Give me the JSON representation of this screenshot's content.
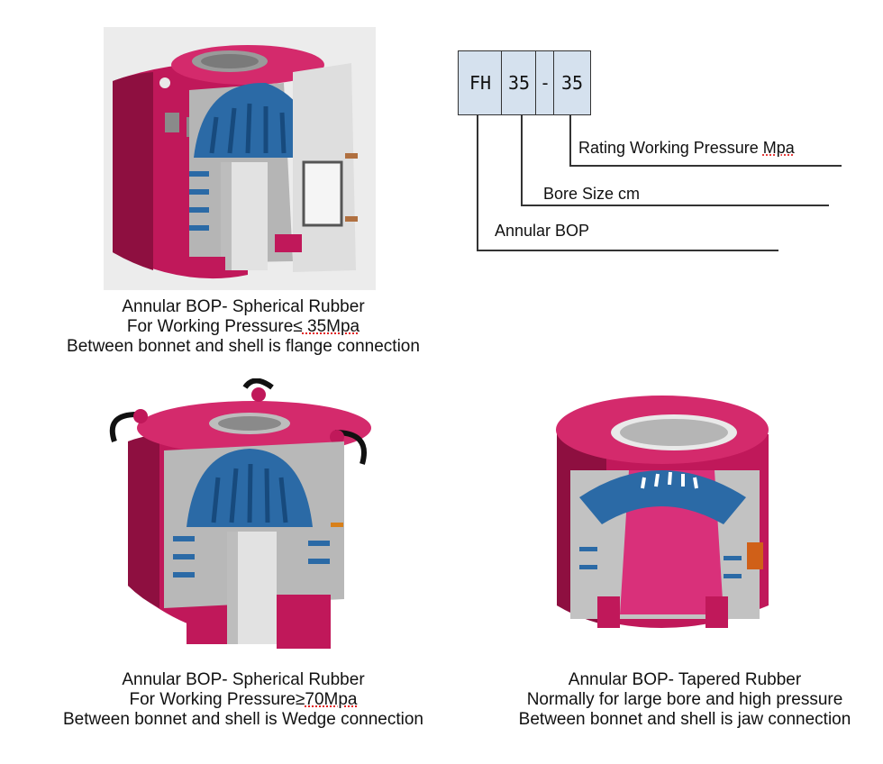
{
  "figures": [
    {
      "id": "spherical-flange",
      "caption_title": "Annular BOP- Spherical Rubber",
      "caption_line2_prefix": "For Working Pressure",
      "caption_line2_symbol": "≤",
      "caption_line2_value": " 35Mpa",
      "caption_line3": "Between bonnet and shell is flange connection"
    },
    {
      "id": "spherical-wedge",
      "caption_title": "Annular BOP- Spherical Rubber",
      "caption_line2_prefix": "For Working Pressure",
      "caption_line2_symbol": "≥",
      "caption_line2_value": "70Mpa",
      "caption_line3": "Between bonnet and shell is Wedge connection"
    },
    {
      "id": "tapered-jaw",
      "caption_title": "Annular BOP- Tapered Rubber",
      "caption_line2": "Normally for large bore and high pressure",
      "caption_line3": "Between bonnet and shell is jaw connection"
    }
  ],
  "model_code": {
    "boxes": [
      "FH",
      "35",
      "-",
      "35"
    ],
    "legend": {
      "rating_prefix": "Rating Working Pressure ",
      "rating_unit": "Mpa",
      "bore_size": "Bore Size cm",
      "annular_bop": "Annular BOP"
    }
  },
  "colors": {
    "body_magenta": "#c0185a",
    "body_magenta_dark": "#8e0f40",
    "rubber_blue": "#2b6aa6",
    "steel_gray": "#c9c9c9",
    "code_box_fill": "#d5e1ee"
  }
}
